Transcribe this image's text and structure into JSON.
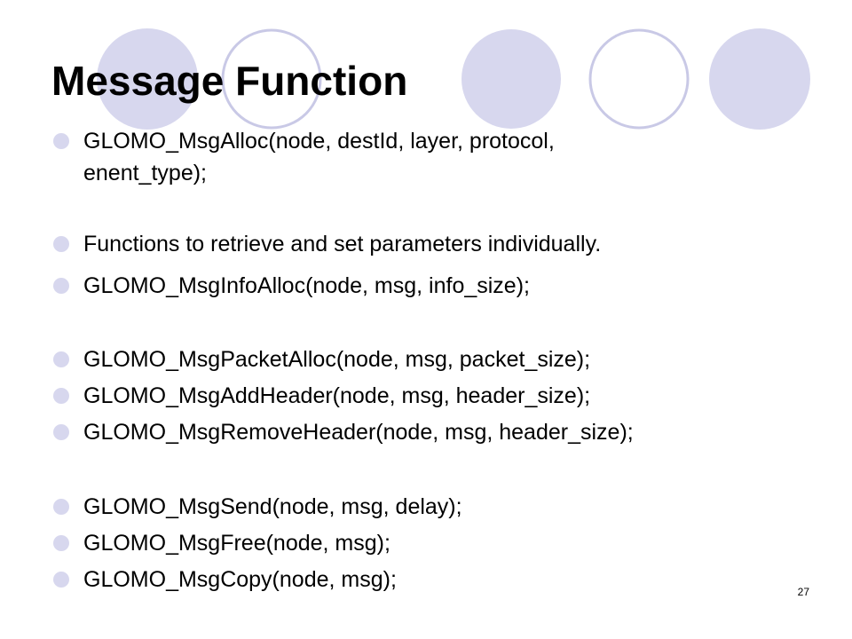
{
  "slide": {
    "title": "Message Function",
    "page_number": "27",
    "accent_color": "#d7d7ee",
    "outline_color": "#c9c9e6",
    "bullets": [
      {
        "text": "GLOMO_MsgAlloc(node, destId, layer, protocol,",
        "continuation": "enent_type);"
      },
      {
        "text": "Functions to retrieve and set parameters individually."
      },
      {
        "text": "GLOMO_MsgInfoAlloc(node, msg, info_size);"
      },
      {
        "text": "GLOMO_MsgPacketAlloc(node, msg, packet_size);"
      },
      {
        "text": "GLOMO_MsgAddHeader(node, msg, header_size);"
      },
      {
        "text": "GLOMO_MsgRemoveHeader(node, msg, header_size);"
      },
      {
        "text": "GLOMO_MsgSend(node, msg, delay);"
      },
      {
        "text": "GLOMO_MsgFree(node, msg);"
      },
      {
        "text": "GLOMO_MsgCopy(node, msg);"
      }
    ]
  }
}
